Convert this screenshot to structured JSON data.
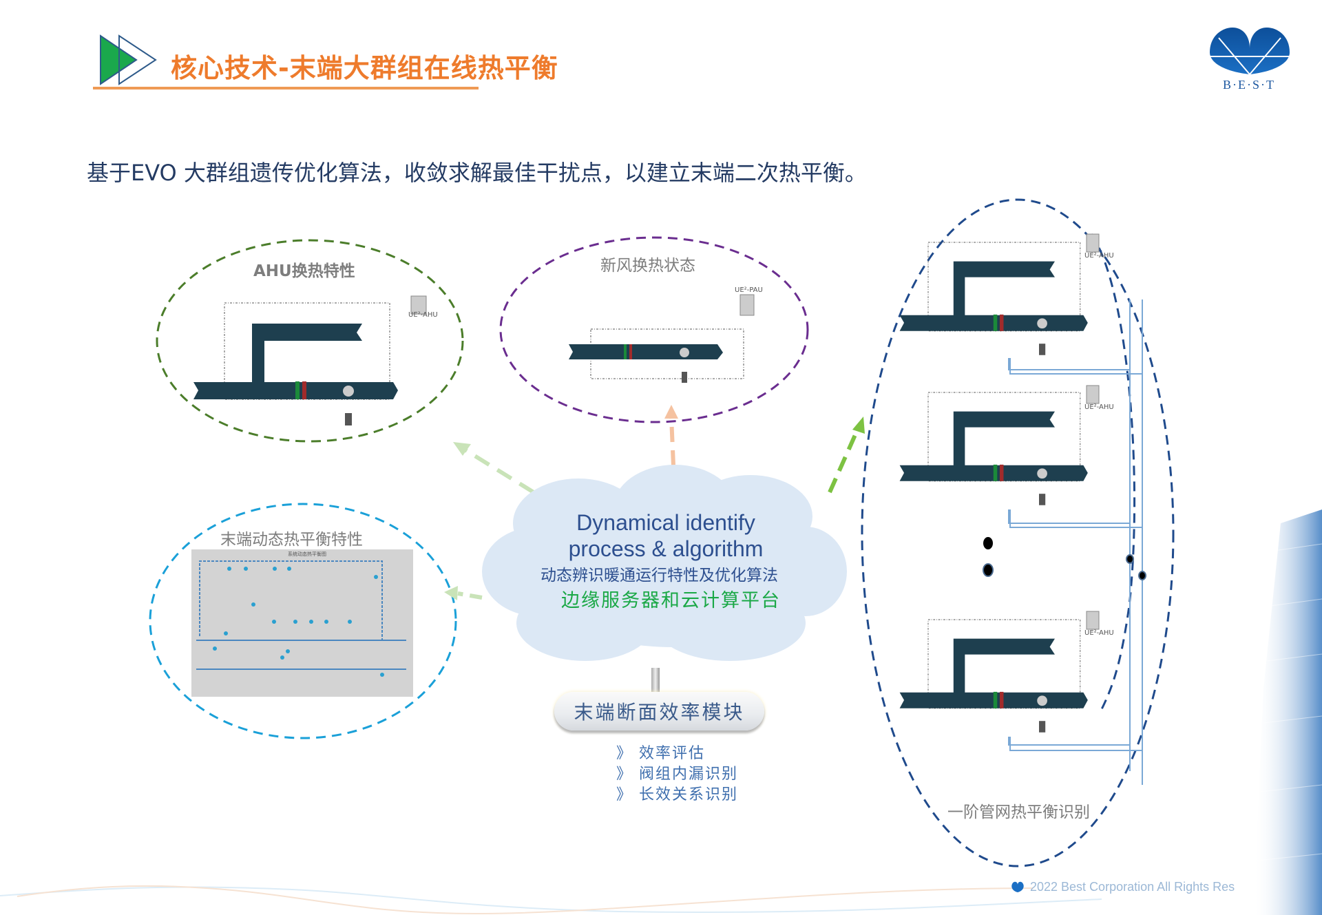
{
  "header": {
    "title": "核心技术-末端大群组在线热平衡",
    "logo_text": "B·E·S·T",
    "accent_color": "#ee7b2c"
  },
  "subtitle": "基于EVO 大群组遗传优化算法，收敛求解最佳干扰点，以建立末端二次热平衡。",
  "panels": {
    "ahu": {
      "title": "AHU换热特性",
      "device": "UE²-AHU",
      "border_color": "#4b7d2a"
    },
    "pau": {
      "title": "新风换热状态",
      "device": "UE²-PAU",
      "border_color": "#6a2d8f"
    },
    "terminal": {
      "title": "末端动态热平衡特性",
      "diagram_title": "系统动态热平衡图",
      "border_color": "#1aa0d8"
    },
    "network": {
      "title": "一阶管网热平衡识别",
      "devices": [
        "UE²-AHU",
        "UE²-AHU",
        "UE²-AHU"
      ],
      "border_color": "#1f4a8c"
    }
  },
  "cloud": {
    "line1": "Dynamical identify",
    "line2": "process & algorithm",
    "line3": "动态辨识暖通运行特性及优化算法",
    "line4": "边缘服务器和云计算平台"
  },
  "module": {
    "title": "末端断面效率模块",
    "bullet_glyph": "》",
    "items": [
      "效率评估",
      "阀组内漏识别",
      "长效关系识别"
    ]
  },
  "footer": {
    "copyright": "2022 Best Corporation All Rights Res"
  }
}
